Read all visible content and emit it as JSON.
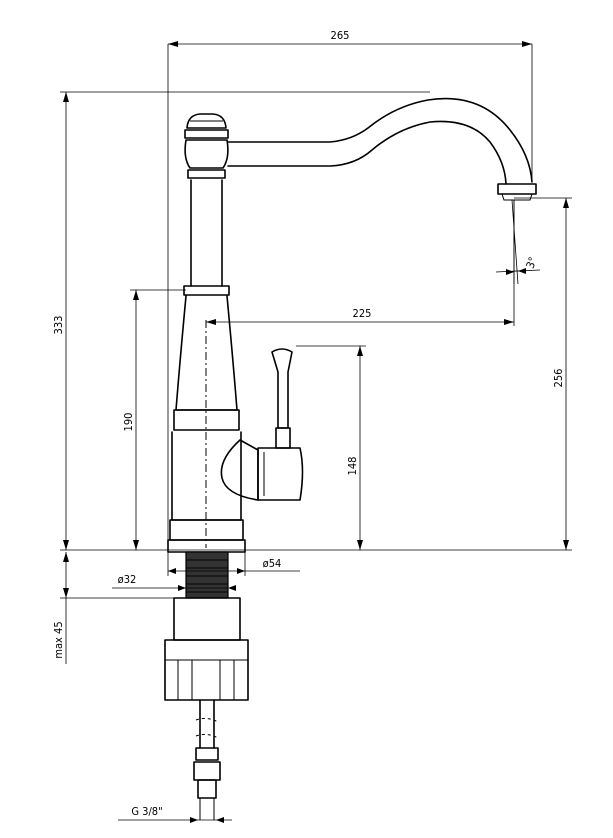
{
  "dimensions": {
    "overall_reach": "265",
    "overall_height": "333",
    "spout_reach": "225",
    "spout_clearance": "256",
    "handle_base_height": "190",
    "lever_height": "148",
    "angle": "3°",
    "shank_diameter": "ø32",
    "base_diameter": "ø54",
    "max_countertop": "max 45",
    "hose_thread": "G 3/8\""
  }
}
